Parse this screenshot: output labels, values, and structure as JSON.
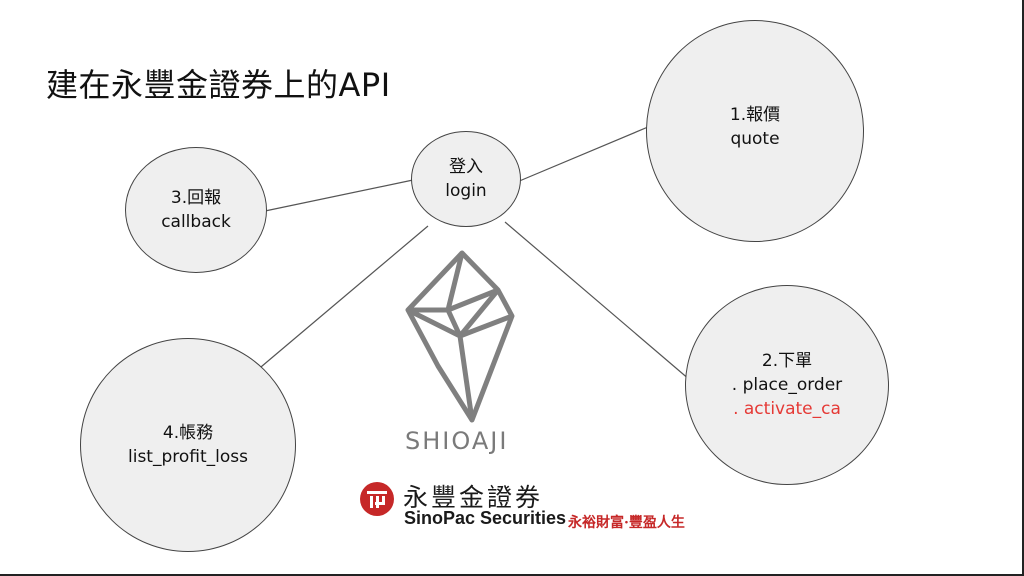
{
  "title": "建在永豐金證券上的API",
  "nodes": {
    "login": {
      "line1": "登入",
      "line2": "login"
    },
    "quote": {
      "line1": "1.報價",
      "line2": "quote"
    },
    "callback": {
      "line1": "3.回報",
      "line2": "callback"
    },
    "order": {
      "line1": "2.下單",
      "line2": ". place_order",
      "line3": ". activate_ca"
    },
    "account": {
      "line1": "4.帳務",
      "line2": "list_profit_loss"
    }
  },
  "edges": [
    {
      "from": "login",
      "to": "quote"
    },
    {
      "from": "login",
      "to": "callback"
    },
    {
      "from": "login",
      "to": "order"
    },
    {
      "from": "login",
      "to": "account"
    }
  ],
  "logos": {
    "shioaji": "SHIOAJI",
    "sinopac_cn": "永豐金證券",
    "sinopac_en": "SinoPac Securities",
    "sinopac_slogan": "永裕財富·豐盈人生"
  },
  "colors": {
    "node_fill": "#efefef",
    "node_border": "#444444",
    "edge": "#555555",
    "highlight_text": "#e53935",
    "brand_red": "#c62828",
    "logo_gray": "#7a7a7a"
  }
}
